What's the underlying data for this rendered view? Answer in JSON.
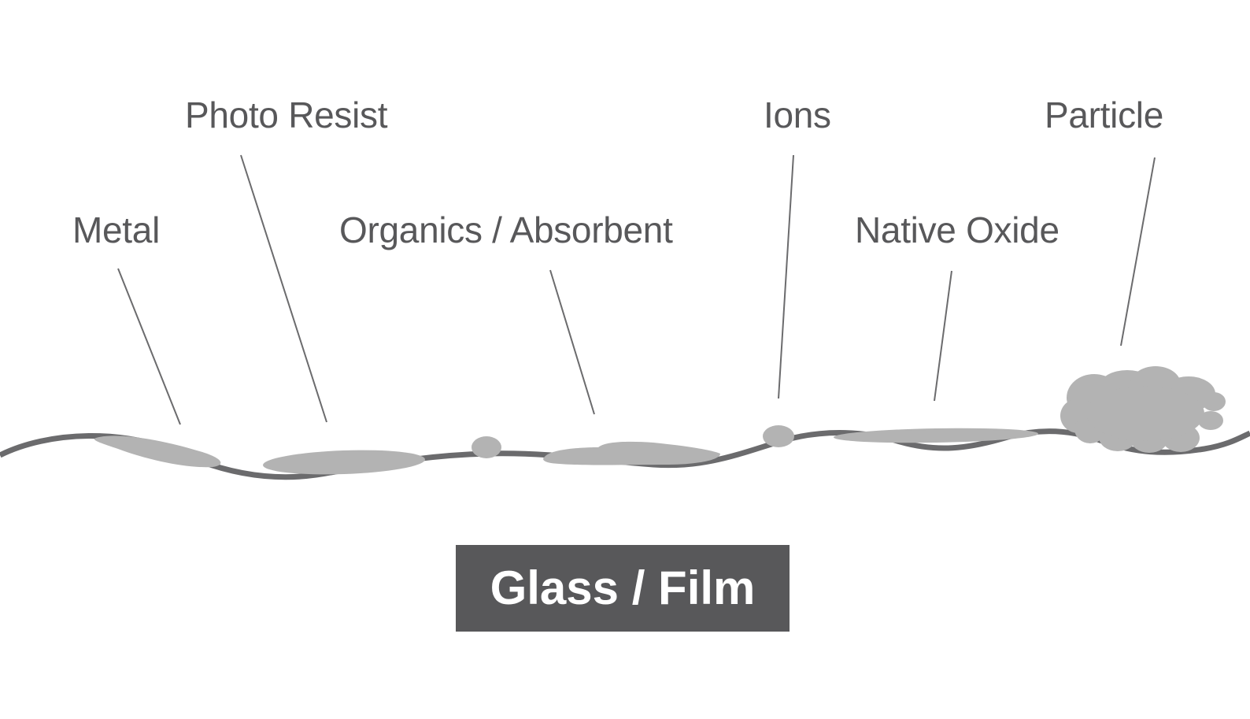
{
  "labels": {
    "metal": "Metal",
    "photo_resist": "Photo Resist",
    "organics": "Organics / Absorbent",
    "ions": "Ions",
    "native_oxide": "Native Oxide",
    "particle": "Particle"
  },
  "substrate": {
    "label": "Glass / Film"
  },
  "colors": {
    "text": "#58585a",
    "surface_line": "#6b6b6d",
    "contaminant": "#b3b3b3",
    "leader": "#6b6b6d",
    "substrate_box": "#58585a",
    "substrate_text": "#ffffff"
  }
}
